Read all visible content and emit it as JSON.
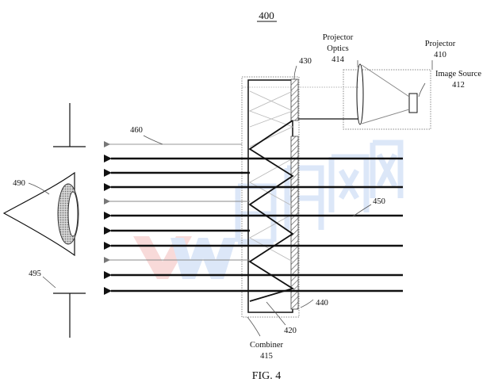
{
  "figure": {
    "number": "400",
    "caption": "FIG. 4"
  },
  "labels": {
    "projector_optics": [
      "Projector",
      "Optics",
      "414"
    ],
    "projector": [
      "Projector",
      "410"
    ],
    "image_source": [
      "Image Source",
      "412"
    ],
    "ref_430": "430",
    "ref_460": "460",
    "ref_450": "450",
    "ref_490": "490",
    "ref_495": "495",
    "ref_440": "440",
    "ref_420": "420",
    "combiner": [
      "Combiner",
      "415"
    ]
  },
  "watermark": {
    "text": "YW 明德雅网",
    "colors": [
      "#d9201a",
      "#2a6fd8"
    ]
  },
  "colors": {
    "line": "#111111",
    "thin_line": "#777777",
    "light_line": "#bbbbbb",
    "hatch": "#555555",
    "eye_fill": "#9a9a9a"
  }
}
